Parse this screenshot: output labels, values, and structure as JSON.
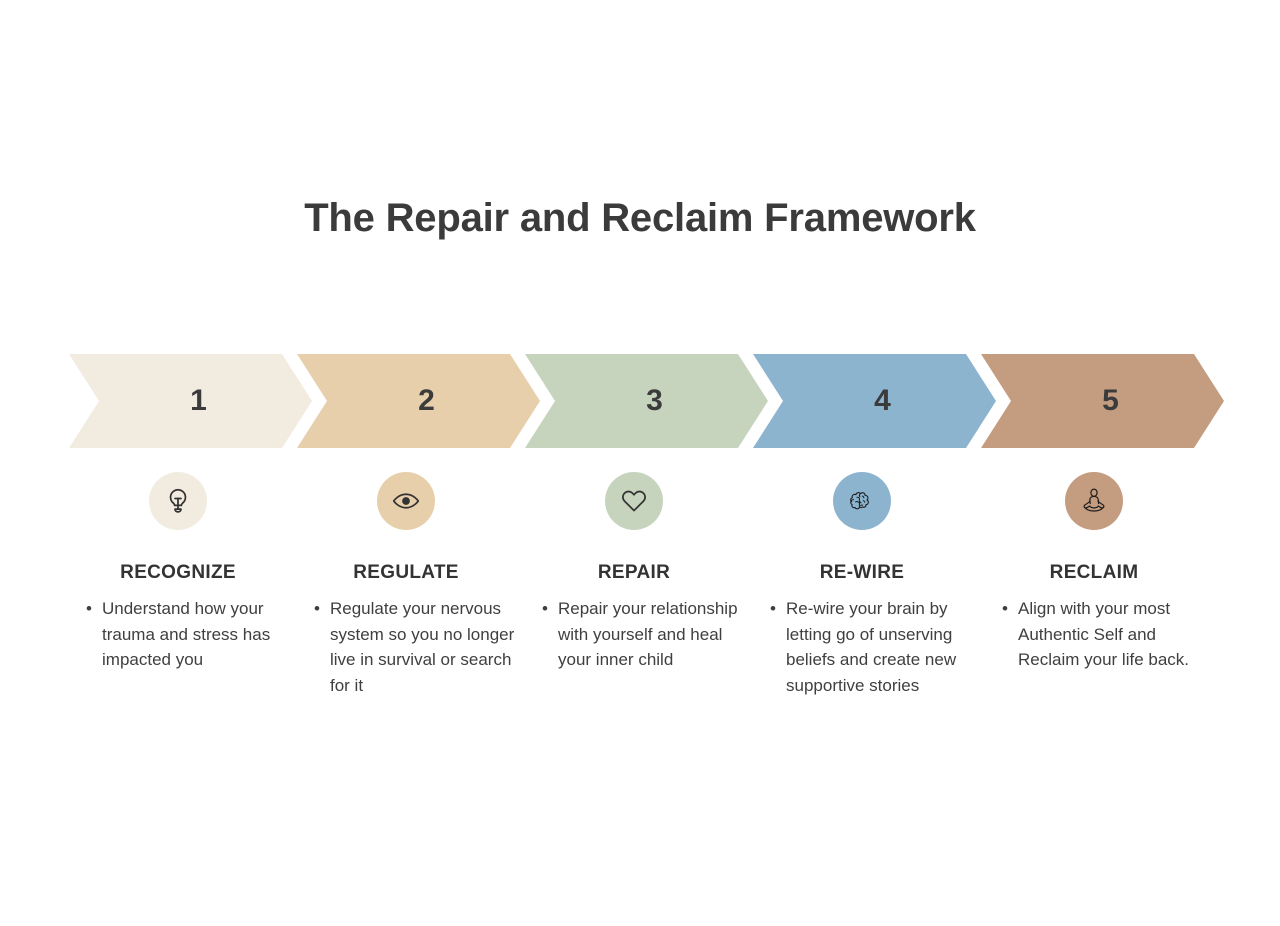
{
  "title": "The Repair and Reclaim Framework",
  "background_color": "#FFFFFF",
  "title_color": "#3B3B3B",
  "text_color": "#3F3F3F",
  "steps": [
    {
      "number": "1",
      "heading": "RECOGNIZE",
      "bullet": "Understand how your trauma and stress has impacted you",
      "icon": "lightbulb-icon",
      "color": "#F2EBE0"
    },
    {
      "number": "2",
      "heading": "REGULATE",
      "bullet": "Regulate your nervous system so you no longer live in survival or search for it",
      "icon": "eye-icon",
      "color": "#E8CFAC"
    },
    {
      "number": "3",
      "heading": "REPAIR",
      "bullet": "Repair your relationship with yourself and heal your inner child",
      "icon": "heart-icon",
      "color": "#C6D4BD"
    },
    {
      "number": "4",
      "heading": "RE-WIRE",
      "bullet": "Re-wire your brain by letting go of unserving beliefs and create new supportive stories",
      "icon": "brain-icon",
      "color": "#8DB4CE"
    },
    {
      "number": "5",
      "heading": "RECLAIM",
      "bullet": "Align with your most Authentic Self and Reclaim your life back.",
      "icon": "meditation-icon",
      "color": "#C49C80"
    }
  ],
  "bullet_marker": "•"
}
